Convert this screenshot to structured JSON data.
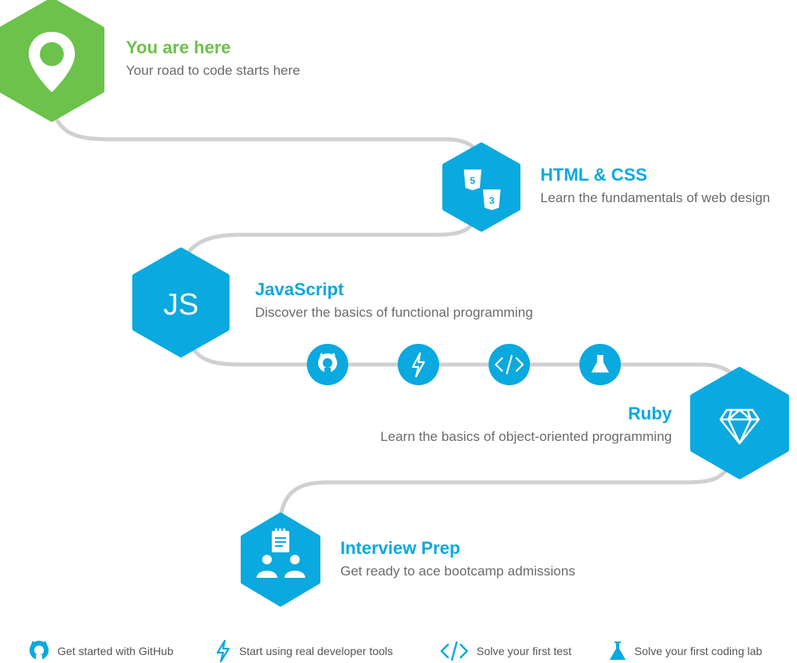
{
  "colors": {
    "green": "#6cc24a",
    "blue": "#0aa9df",
    "road": "#d0d0d0",
    "text": "#6b6b6b"
  },
  "steps": [
    {
      "title": "You are here",
      "desc": "Your road to code starts here",
      "icon": "map-pin-icon"
    },
    {
      "title": "HTML & CSS",
      "desc": "Learn the fundamentals of web design",
      "icon": "html5-css3-icon"
    },
    {
      "title": "JavaScript",
      "desc": "Discover the basics of functional programming",
      "icon": "js-icon",
      "icon_text": "JS"
    },
    {
      "title": "Ruby",
      "desc": "Learn the basics of object-oriented programming",
      "icon": "diamond-icon"
    },
    {
      "title": "Interview Prep",
      "desc": "Get ready to ace bootcamp admissions",
      "icon": "interview-icon"
    }
  ],
  "milestones": [
    {
      "icon": "github-icon"
    },
    {
      "icon": "lightning-icon"
    },
    {
      "icon": "code-icon"
    },
    {
      "icon": "flask-icon"
    }
  ],
  "legend": [
    {
      "icon": "github-icon",
      "text": "Get started with GitHub"
    },
    {
      "icon": "lightning-icon",
      "text": "Start using real developer tools"
    },
    {
      "icon": "code-icon",
      "text": "Solve your first test"
    },
    {
      "icon": "flask-icon",
      "text": "Solve your first coding lab"
    }
  ]
}
